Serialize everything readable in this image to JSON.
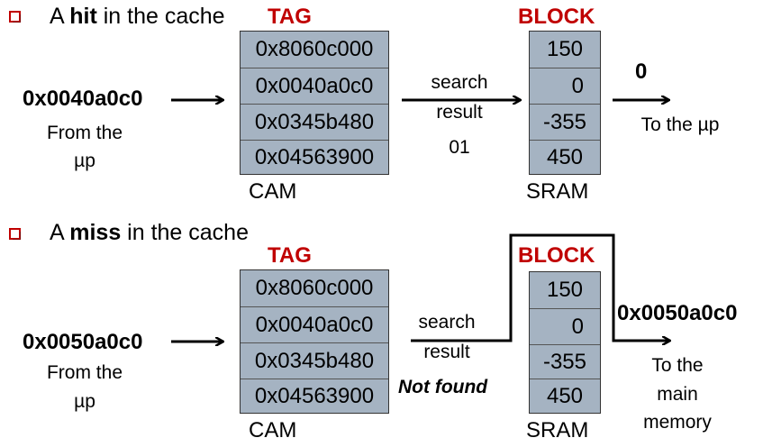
{
  "hit": {
    "title_pre": "A ",
    "title_bold": "hit",
    "title_post": " in the cache",
    "tag_label": "TAG",
    "block_label": "BLOCK",
    "input_address": "0x0040a0c0",
    "input_from": [
      "From the",
      "µp"
    ],
    "cam_rows": [
      "0x8060c000",
      "0x0040a0c0",
      "0x0345b480",
      "0x04563900"
    ],
    "cam_label": "CAM",
    "search_label": [
      "search",
      "result"
    ],
    "search_value": "01",
    "sram_rows": [
      "150",
      "0",
      "-355",
      "450"
    ],
    "sram_label": "SRAM",
    "output_value": "0",
    "output_dest": "To the µp"
  },
  "miss": {
    "title_pre": "A ",
    "title_bold": "miss",
    "title_post": " in the cache",
    "tag_label": "TAG",
    "block_label": "BLOCK",
    "input_address": "0x0050a0c0",
    "input_from": [
      "From the",
      "µp"
    ],
    "cam_rows": [
      "0x8060c000",
      "0x0040a0c0",
      "0x0345b480",
      "0x04563900"
    ],
    "cam_label": "CAM",
    "search_label": [
      "search",
      "result"
    ],
    "search_value": "Not found",
    "sram_rows": [
      "150",
      "0",
      "-355",
      "450"
    ],
    "sram_label": "SRAM",
    "output_value": "0x0050a0c0",
    "output_dest": [
      "To the",
      "main",
      "memory"
    ]
  },
  "colors": {
    "accent_red": "#c00000",
    "table_fill": "#a5b3c2"
  }
}
